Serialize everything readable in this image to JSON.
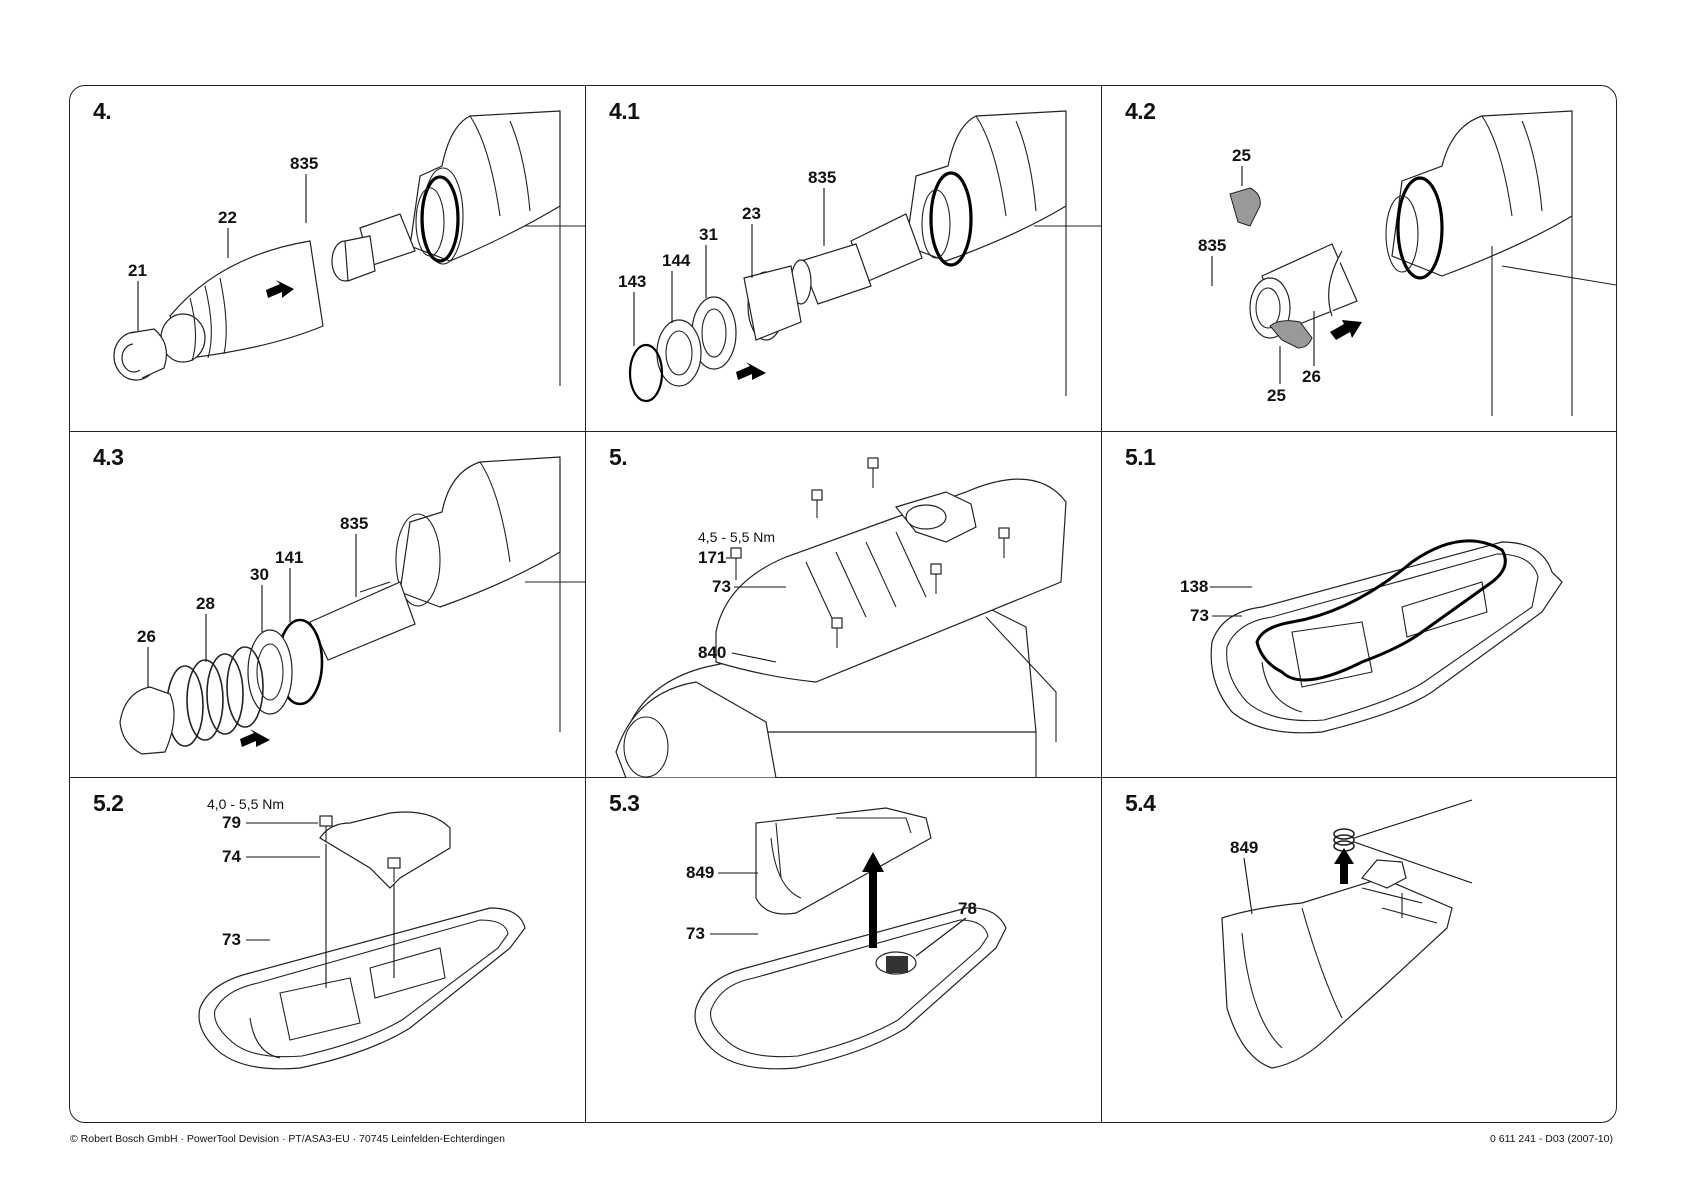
{
  "panels": {
    "p4": {
      "title": "4.",
      "labels": {
        "a": "835",
        "b": "22",
        "c": "21"
      }
    },
    "p41": {
      "title": "4.1",
      "labels": {
        "a": "835",
        "b": "23",
        "c": "31",
        "d": "144",
        "e": "143"
      }
    },
    "p42": {
      "title": "4.2",
      "labels": {
        "a": "25",
        "b": "835",
        "c": "26",
        "d": "25"
      }
    },
    "p43": {
      "title": "4.3",
      "labels": {
        "a": "835",
        "b": "141",
        "c": "30",
        "d": "28",
        "e": "26"
      }
    },
    "p5": {
      "title": "5.",
      "torque": "4,5 - 5,5 Nm",
      "labels": {
        "a": "171",
        "b": "73",
        "c": "840"
      }
    },
    "p51": {
      "title": "5.1",
      "labels": {
        "a": "138",
        "b": "73"
      }
    },
    "p52": {
      "title": "5.2",
      "torque": "4,0 - 5,5 Nm",
      "labels": {
        "a": "79",
        "b": "74",
        "c": "73"
      }
    },
    "p53": {
      "title": "5.3",
      "labels": {
        "a": "849",
        "b": "73",
        "c": "78"
      }
    },
    "p54": {
      "title": "5.4",
      "labels": {
        "a": "849"
      }
    }
  },
  "footer": {
    "left": "© Robert Bosch GmbH · PowerTool Devision · PT/ASA3-EU · 70745 Leinfelden-Echterdingen",
    "right": "0 611 241 - D03 (2007-10)"
  }
}
